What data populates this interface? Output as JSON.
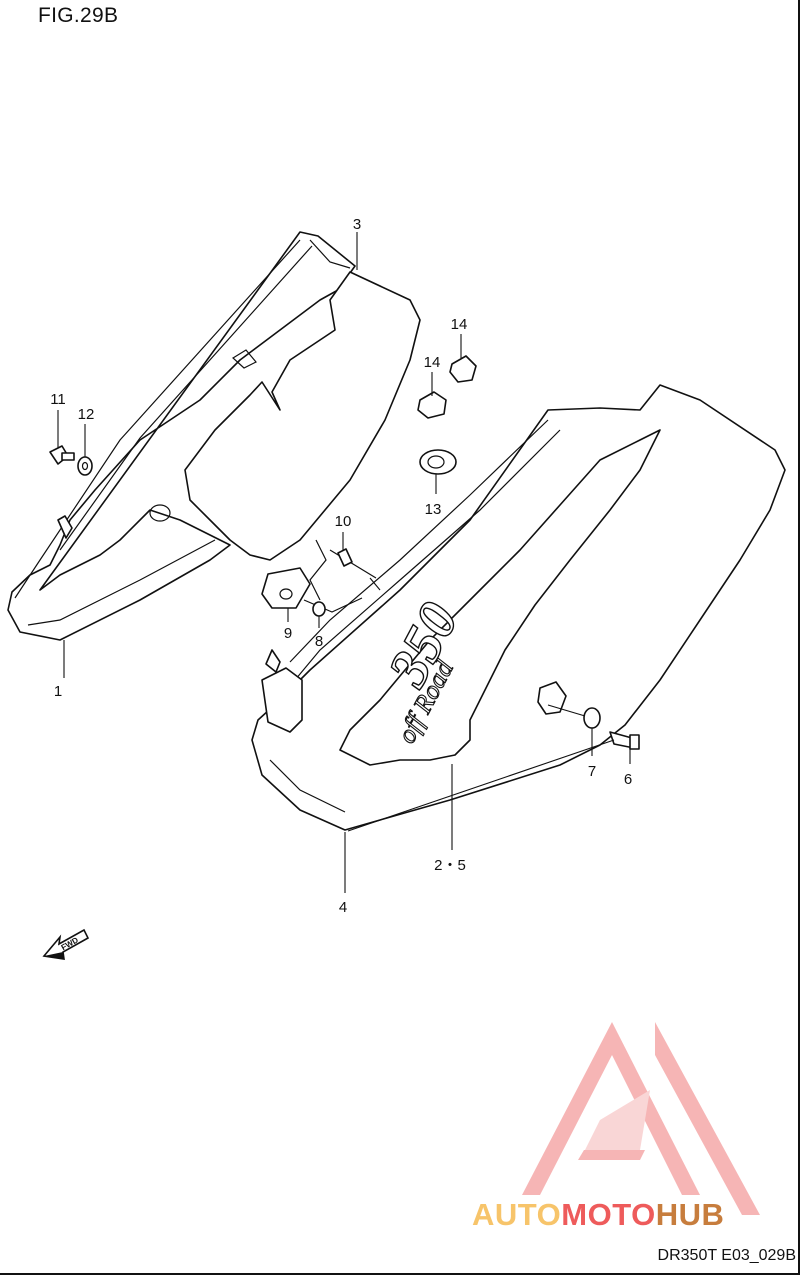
{
  "figure": {
    "title": "FIG.29B",
    "code": "DR350T E03_029B"
  },
  "callouts": [
    {
      "id": "c1",
      "text": "1"
    },
    {
      "id": "c2_5",
      "text": "2・5"
    },
    {
      "id": "c3",
      "text": "3"
    },
    {
      "id": "c4",
      "text": "4"
    },
    {
      "id": "c6",
      "text": "6"
    },
    {
      "id": "c7",
      "text": "7"
    },
    {
      "id": "c8",
      "text": "8"
    },
    {
      "id": "c9",
      "text": "9"
    },
    {
      "id": "c10",
      "text": "10"
    },
    {
      "id": "c11",
      "text": "11"
    },
    {
      "id": "c12",
      "text": "12"
    },
    {
      "id": "c13",
      "text": "13"
    },
    {
      "id": "c14a",
      "text": "14"
    },
    {
      "id": "c14b",
      "text": "14"
    }
  ],
  "decal": {
    "model": "350",
    "script": "off Road"
  },
  "fwd_arrow": {
    "label": "FWD"
  },
  "watermark": {
    "part1": "AUTO",
    "part2": "MOTO",
    "part3": "HUB",
    "colors": {
      "auto": "#f7c46a",
      "moto": "#ee5b5b",
      "hub": "#c77d3d",
      "triangle": "#f5a8a8"
    }
  }
}
